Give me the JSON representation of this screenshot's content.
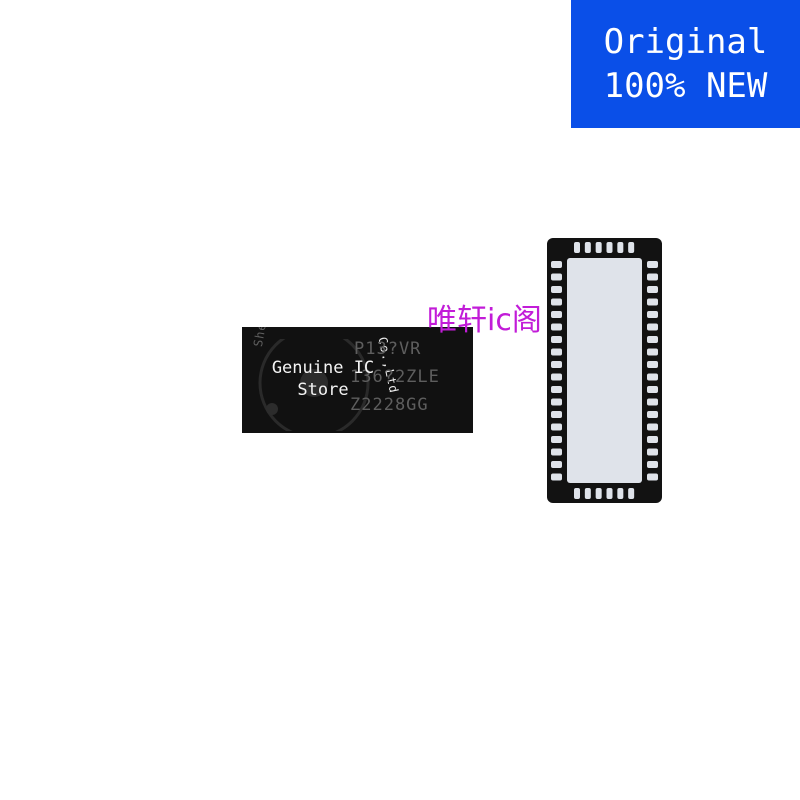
{
  "badge": {
    "line1": "Original",
    "line2": "100% NEW",
    "background_color": "#0a4fe8"
  },
  "chip_top": {
    "marking_lines": [
      "P13?VR",
      "136?2ZLE",
      "Z2228GG"
    ],
    "ring_text_left": "Shenzhe",
    "ring_text_right": "Co.,Ltd"
  },
  "watermark": {
    "store_line1": "Genuine IC",
    "store_line2": "Store",
    "chinese": "唯轩ic阁",
    "chinese_color": "#c21cd8"
  },
  "chip_bottom": {
    "pad_color": "#dfe3ea",
    "body_color": "#121212"
  }
}
